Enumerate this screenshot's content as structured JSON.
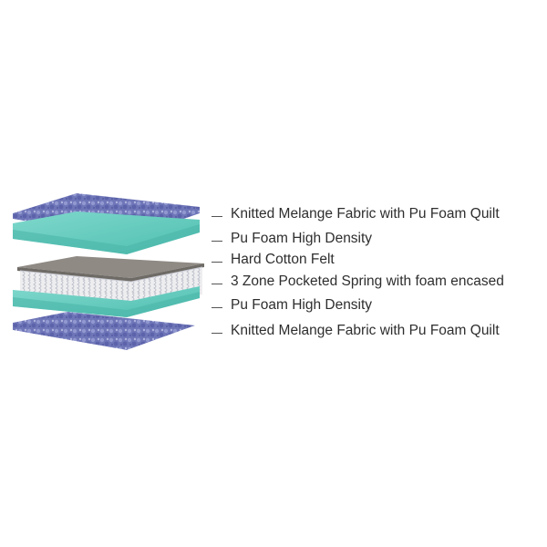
{
  "diagram": {
    "layers": [
      {
        "label": "Knitted Melange Fabric with Pu Foam Quilt",
        "material": "quilted-fabric",
        "color": "#6f76b8"
      },
      {
        "label": "Pu Foam High Density",
        "material": "foam",
        "color": "#5ec8bb"
      },
      {
        "label": "Hard Cotton Felt",
        "material": "felt",
        "color": "#8f8a84"
      },
      {
        "label": "3 Zone Pocketed Spring with foam encased",
        "material": "springs",
        "color": "#e8e8ea"
      },
      {
        "label": "Pu Foam High Density",
        "material": "foam",
        "color": "#5ec8bb"
      },
      {
        "label": "Knitted Melange Fabric with Pu Foam Quilt",
        "material": "quilted-fabric",
        "color": "#6f76b8"
      }
    ]
  }
}
